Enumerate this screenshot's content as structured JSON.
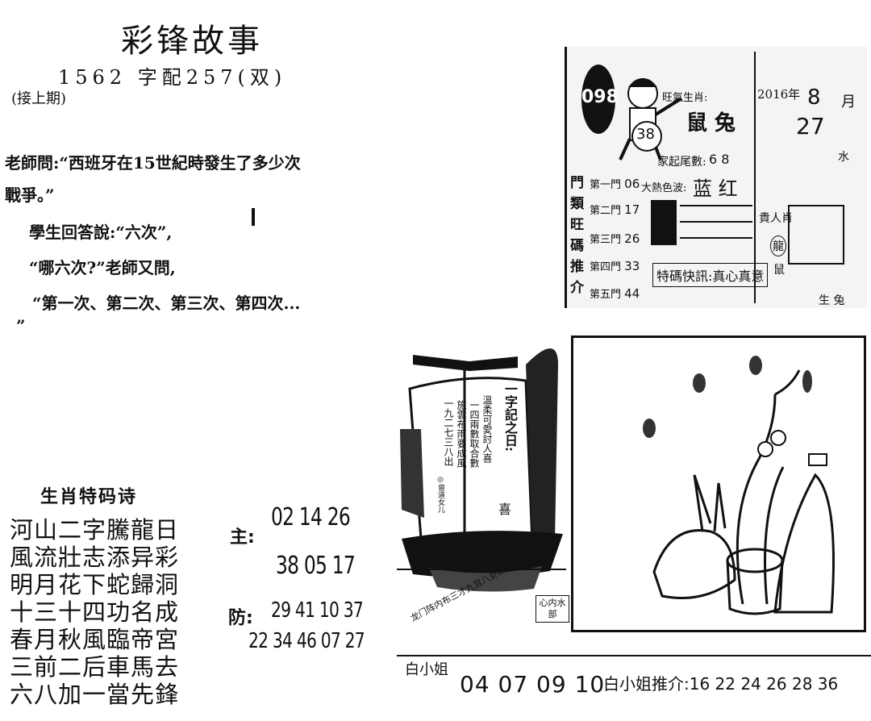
{
  "title": "彩锋故事",
  "issue": "1562 字配257(双)",
  "continued": "(接上期)",
  "story": [
    "老師問:“西班牙在15世紀時發生了多少次",
    "戰爭。”",
    "學生回答說:“六次”,",
    "“哪六次?”老師又問,",
    "“第一次、第二次、第三次、第四次...",
    "”"
  ],
  "poem": {
    "title": "生肖特码诗",
    "lines": [
      "河山二字騰龍日",
      "風流壯志添异彩",
      "明月花下蛇歸洞",
      "十三十四功名成",
      "春月秋風臨帝宮",
      "三前二后車馬去",
      "六八加一當先鋒"
    ]
  },
  "main": {
    "label": "主:",
    "line1": "02 14 26",
    "line2": "38 05 17"
  },
  "fang": {
    "label": "防:",
    "line1": "29 41 10 37",
    "line2": "22 34 46 07 27"
  },
  "top_right": {
    "badge": "098",
    "ball": "38",
    "zodiac_label": "旺氣生肖:",
    "zodiac_value": "鼠 兔",
    "tail_label": "家起尾數:",
    "tail_value": "6 8",
    "color_label": "大熱色波:",
    "color_value": "蓝 红",
    "gate_vertical": [
      "門",
      "類",
      "旺",
      "碼",
      "推",
      "介"
    ],
    "gates": [
      {
        "label": "第一門",
        "value": "06"
      },
      {
        "label": "第二門",
        "value": "17"
      },
      {
        "label": "第三門",
        "value": "26"
      },
      {
        "label": "第四門",
        "value": "33"
      },
      {
        "label": "第五門",
        "value": "44"
      }
    ],
    "special": "特碼快訊:真心真意",
    "year": "2016年",
    "month": "8",
    "month_unit": "月",
    "day": "27",
    "guiren": "貴人肖",
    "long": "龍",
    "shu": "鼠",
    "water": "水",
    "bottom": "生 兔"
  },
  "ship": {
    "heading": "一字記之日:",
    "answer": "喜",
    "verse": [
      "溫柔可愛討人喜",
      "一四兩數取合數",
      "施雲布雨要成風",
      "一九二七三八出"
    ],
    "author": "◎曾道女儿",
    "footer": "龙门阵内布三才九宫八卦四门开",
    "stamp": "心内水部"
  },
  "bottom": {
    "label": "白小姐",
    "nums": "04 07 09 10",
    "rec": "白小姐推介:16 22 24 26 28 36"
  }
}
